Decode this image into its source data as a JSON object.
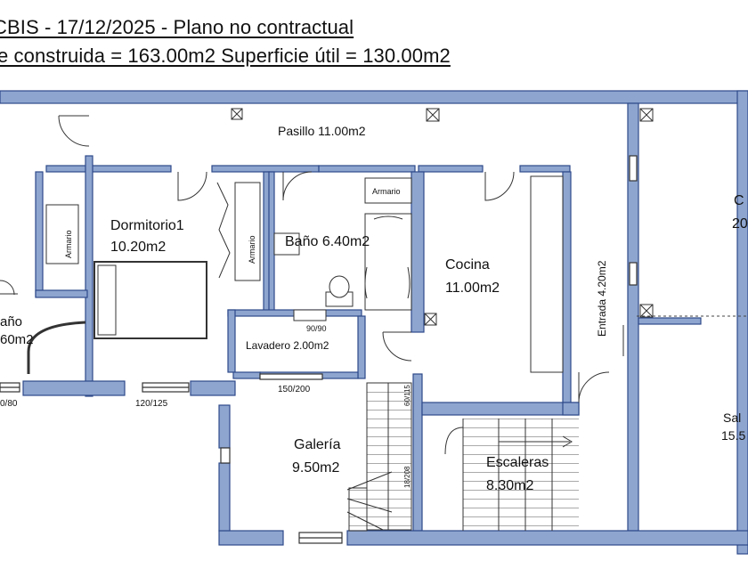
{
  "header": {
    "line1": "CBIS - 17/12/2025 - Plano no contractual",
    "line2": "ie construida = 163.00m2  Superficie útil = 130.00m2"
  },
  "rooms": {
    "pasillo": "Pasillo 11.00m2",
    "dormitorio_name": "Dormitorio1",
    "dormitorio_area": "10.20m2",
    "bano": "Baño 6.40m2",
    "cocina_name": "Cocina",
    "cocina_area": "11.00m2",
    "bano_left_name": "año",
    "bano_left_area": "60m2",
    "lavadero": "Lavadero 2.00m2",
    "galeria_name": "Galería",
    "galeria_area": "9.50m2",
    "escaleras_name": "Escaleras",
    "escaleras_area": "8.30m2",
    "entrada": "Entrada 4.20m2",
    "c_name": "C",
    "c_area": "20",
    "salon_name": "Sal",
    "salon_area": "15.5"
  },
  "labels": {
    "armario": "Armario",
    "dim_90_90": "90/90",
    "dim_150_200": "150/200",
    "dim_120_125": "120/125",
    "dim_80": "0/80",
    "dim_60_115": "60/115",
    "dim_18_208": "18/208"
  },
  "colors": {
    "wall_fill": "#8ea6cf",
    "wall_stroke": "#2e4a8a",
    "line": "#333333"
  }
}
